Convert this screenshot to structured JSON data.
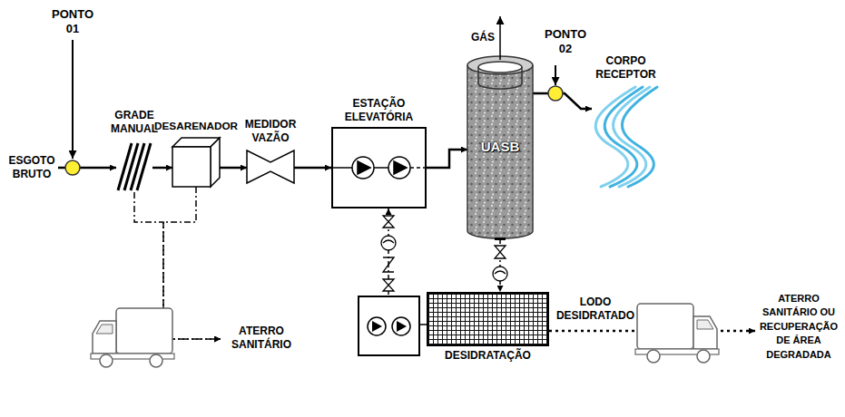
{
  "diagram": {
    "nodes": [
      {
        "text": [
          "ESGOTO BRUTO"
        ]
      },
      {
        "text": [
          "GRADE MANUAL"
        ]
      },
      {
        "text": [
          "DESARENADOR"
        ]
      },
      {
        "text": [
          "MEDIDOR VAZÃO"
        ]
      },
      {
        "text": [
          "ESTAÇÃO ELEVATÓRIA"
        ]
      },
      {
        "text": [
          "UASB"
        ]
      },
      {
        "text": [
          "CORPO RECEPTOR"
        ]
      },
      {
        "text": [
          "DESIDRATAÇÃO"
        ]
      },
      {
        "text": [
          "ATERRO SANITÁRIO"
        ]
      },
      {
        "text": [
          "ATERRO SANITÁRIO OU RECUPERAÇÃO DE ÁREA DEGRADADA"
        ]
      }
    ],
    "edges": [
      {
        "from": 0,
        "to": 1,
        "arrow": "to"
      },
      {
        "from": 1,
        "to": 2,
        "arrow": "to"
      },
      {
        "from": 2,
        "to": 3,
        "arrow": "to"
      },
      {
        "from": 3,
        "to": 4,
        "arrow": "to"
      },
      {
        "from": 4,
        "to": 5,
        "arrow": "to"
      },
      {
        "from": 5,
        "to": 6,
        "arrow": "to"
      },
      {
        "from": 5,
        "to": 7,
        "arrow": "to"
      },
      {
        "from": 7,
        "to": 4,
        "arrow": "to"
      },
      {
        "from": 7,
        "to": 9,
        "label": "LODO DESIDRATADO",
        "arrow": "to"
      },
      {
        "from": 1,
        "to": 8,
        "arrow": "to"
      },
      {
        "from": 2,
        "to": 8,
        "arrow": "to"
      }
    ],
    "labels": [
      "PONTO 01",
      "PONTO 02",
      "GÁS"
    ]
  }
}
